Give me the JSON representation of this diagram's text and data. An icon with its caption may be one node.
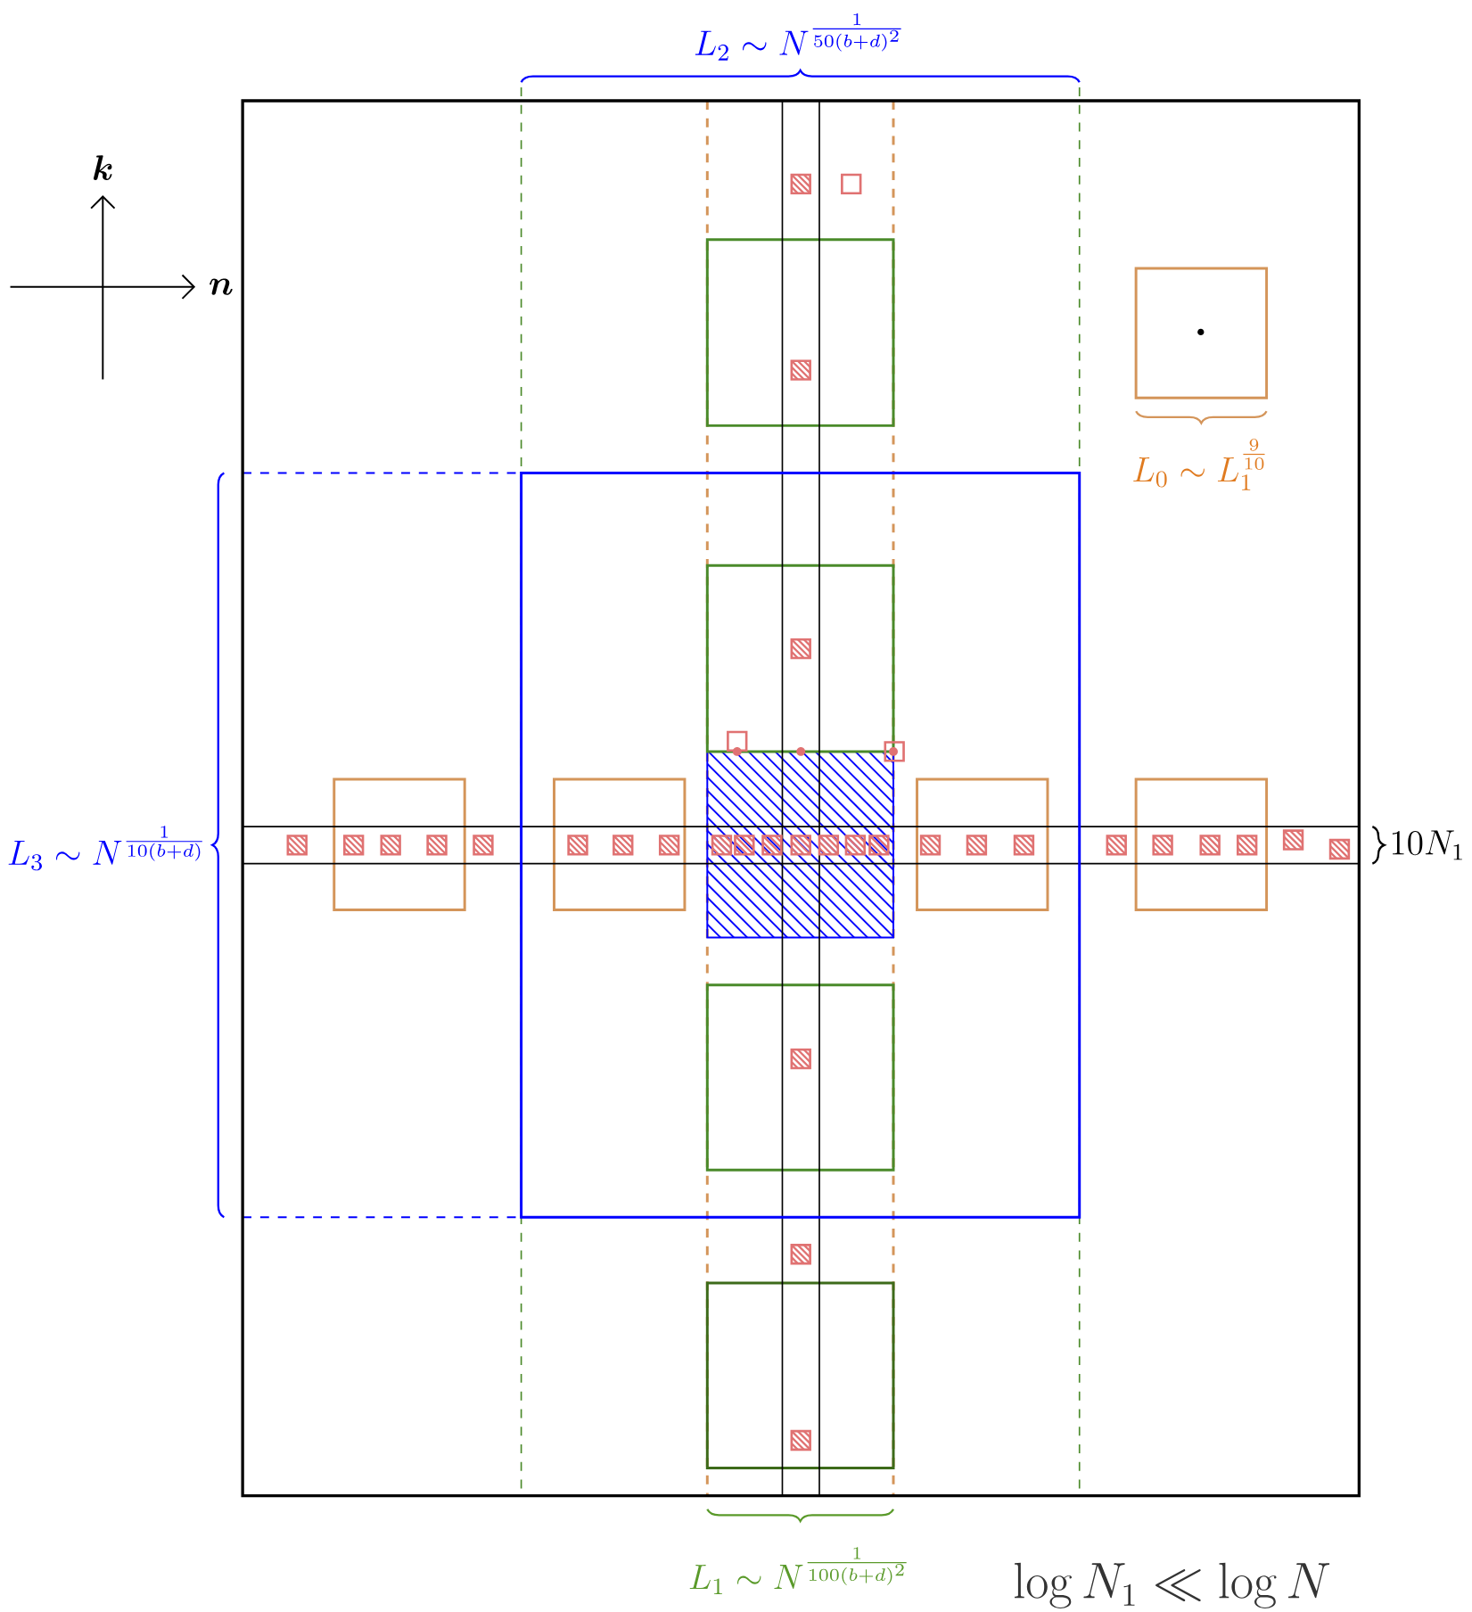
{
  "diagram": {
    "labels": [
      "\\boldsymbol{k}",
      "\\boldsymbol{n}",
      "L_2 \\sim N^{\\frac{1}{50(b+d)^2}}",
      "L_0 \\sim L_1^{\\frac{9}{10}}",
      "L_3 \\sim N^{\\frac{1}{10(b+d)}}",
      "10N_1",
      "L_1 \\sim N^{\\frac{1}{100(b+d)^2}}",
      "\\log N_1 \\ll \\log N"
    ]
  }
}
